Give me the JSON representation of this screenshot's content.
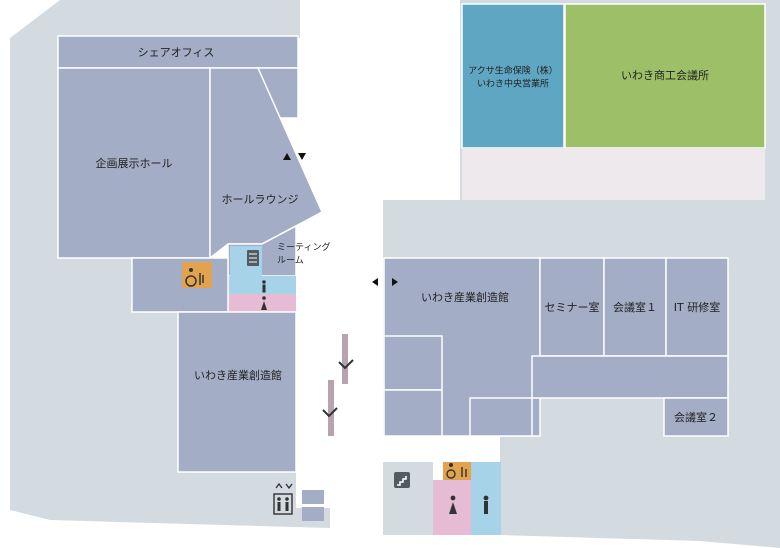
{
  "colors": {
    "background": "#ffffff",
    "outer_floor": "#d3dbe1",
    "room": "#a4adc6",
    "room_dark": "#9aa3bd",
    "tenant_blue": "#5ea6c1",
    "tenant_green": "#9cbf67",
    "tenant_grey": "#ede9ec",
    "restroom_male": "#a7d3e8",
    "restroom_female": "#e5bcd3",
    "accessible": "#e2a34e",
    "stairs_bg": "#525a63",
    "escalator": "#b8a3b1"
  },
  "rooms": {
    "share_office": "シェアオフィス",
    "hall": "企画展示ホール",
    "hall_lounge": "ホールラウンジ",
    "meeting_room_line1": "ミーティング",
    "meeting_room_line2": "ルーム",
    "sangyo_left": "いわき産業創造館",
    "sangyo_right": "いわき産業創造館",
    "seminar": "セミナー室",
    "meeting1": "会議室１",
    "it_room": "IT 研修室",
    "meeting2": "会議室２",
    "axa_line1": "アクサ生命保険（株）",
    "axa_line2": "いわき中央営業所",
    "chamber": "いわき商工会議所"
  },
  "icons": {
    "elevator": "elevator-icon",
    "stairs": "stairs-icon",
    "escalator": "escalator-icon",
    "accessible": "wheelchair-icon",
    "male": "male-restroom-icon",
    "female": "female-restroom-icon",
    "updown": "up-down-arrows-icon",
    "leftright": "left-right-arrows-icon",
    "meeting": "meeting-booth-icon"
  }
}
